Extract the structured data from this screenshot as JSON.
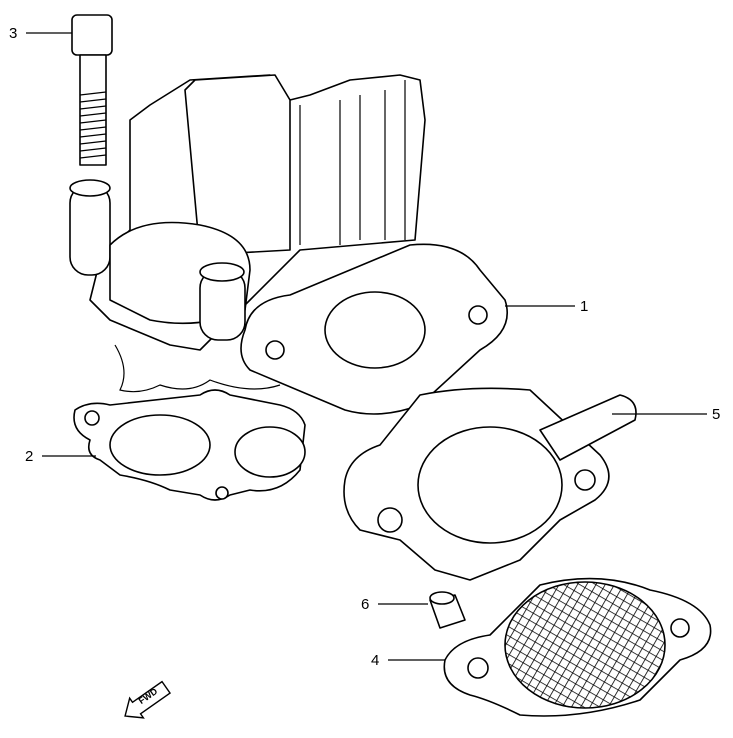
{
  "callouts": [
    {
      "number": "1"
    },
    {
      "number": "2"
    },
    {
      "number": "3"
    },
    {
      "number": "4"
    },
    {
      "number": "5"
    },
    {
      "number": "6"
    }
  ],
  "direction_marker": {
    "text": "FWD"
  }
}
